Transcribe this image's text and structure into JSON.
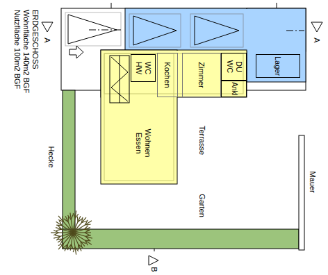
{
  "diagram": {
    "nodes": [
      {
        "text": [
          "Lager"
        ]
      },
      {
        "text": [
          "DU WC"
        ]
      },
      {
        "text": [
          "Ankl"
        ]
      },
      {
        "text": [
          "Zimmer"
        ]
      },
      {
        "text": [
          "Kochen"
        ]
      },
      {
        "text": [
          "WC HW"
        ]
      },
      {
        "text": [
          "Wohnen Essen"
        ]
      }
    ],
    "labels": [
      "ERDGESCHOSS",
      "Wohnfläche 140m2 BGF",
      "Nutzfläche 100m2 BGF",
      "A",
      "A",
      "B",
      "Terrasse",
      "Garten",
      "Hecke",
      "Mauer"
    ]
  }
}
